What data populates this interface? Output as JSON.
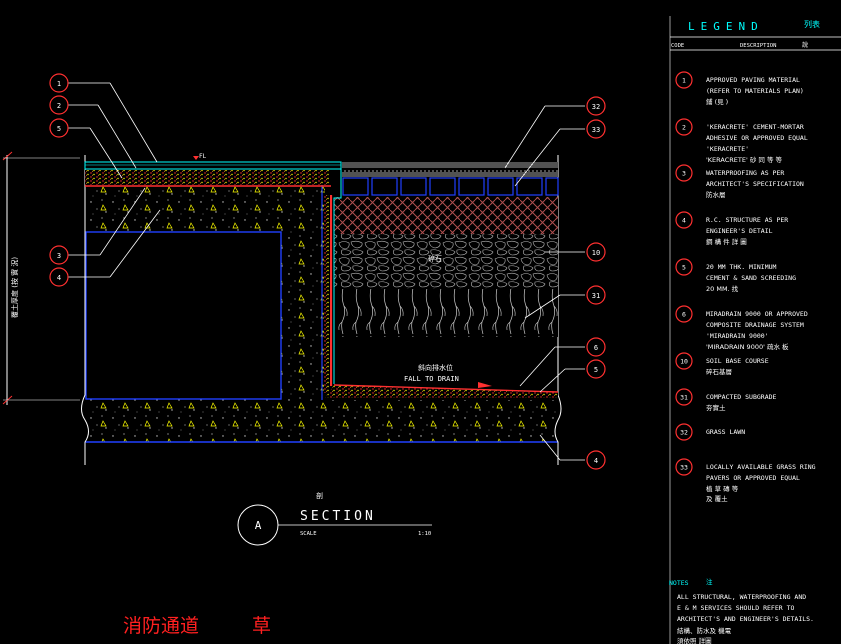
{
  "legend": {
    "title": "LEGEND",
    "title_cn": "列表",
    "col_code": "CODE",
    "col_desc": "DESCRIPTION",
    "col_desc_cn": "說",
    "items": [
      {
        "code": "1",
        "lines": [
          "APPROVED PAVING MATERIAL",
          "(REFER TO MATERIALS PLAN)"
        ],
        "cn": "鋪          (見     )"
      },
      {
        "code": "2",
        "lines": [
          "'KERACRETE' CEMENT-MORTAR",
          "ADHESIVE OR APPROVED EQUAL",
          "'KERACRETE'"
        ],
        "cn": "'KERACRETE'     砂      同  等   等"
      },
      {
        "code": "3",
        "lines": [
          "WATERPROOFING AS PER",
          "ARCHITECT'S SPECIFICATION"
        ],
        "cn": "防水層"
      },
      {
        "code": "4",
        "lines": [
          "R.C. STRUCTURE AS PER",
          "ENGINEER'S DETAIL"
        ],
        "cn": "鋼   構   件       詳   圖"
      },
      {
        "code": "5",
        "lines": [
          "20 MM THK. MINIMUM",
          "CEMENT & SAND SCREEDING"
        ],
        "cn": "20 MM.       找"
      },
      {
        "code": "6",
        "lines": [
          "MIRADRAIN 9000 OR APPROVED",
          "COMPOSITE DRAINAGE SYSTEM",
          "'MIRADRAIN 9000'"
        ],
        "cn": "'MIRADRAIN 9000'     疏水    板"
      },
      {
        "code": "10",
        "lines": [
          "SOIL BASE COURSE"
        ],
        "cn": "碎石基層"
      },
      {
        "code": "31",
        "lines": [
          "COMPACTED SUBGRADE"
        ],
        "cn": "夯實土"
      },
      {
        "code": "32",
        "lines": [
          "GRASS LAWN"
        ],
        "cn": ""
      },
      {
        "code": "33",
        "lines": [
          "LOCALLY AVAILABLE GRASS RING",
          "PAVERS OR APPROVED EQUAL"
        ],
        "cn": "植  草  磚       等",
        "cn2": "及  覆土"
      }
    ]
  },
  "notes": {
    "label": "NOTES",
    "label_cn": "注",
    "lines": [
      "ALL STRUCTURAL, WATERPROOFING AND",
      "E & M SERVICES SHOULD REFER TO",
      "ARCHITECT'S AND ENGINEER'S DETAILS."
    ],
    "cn": [
      "結構、防水及   機電",
      "須依照    詳圖"
    ]
  },
  "section": {
    "marker": "A",
    "title": "SECTION",
    "title_cn": "剖",
    "scale_label": "SCALE",
    "scale_value": "1:10"
  },
  "drawing": {
    "fl_label": "FL",
    "vertical_dim_label": "覆土厚度 (按 實 況)",
    "soil_label": "碎石",
    "drain_cn": "斜向排水位",
    "drain_en": "FALL TO DRAIN",
    "callouts_left": [
      "1",
      "2",
      "5",
      "3",
      "4"
    ],
    "callouts_right": [
      "32",
      "33",
      "10",
      "31",
      "6",
      "5",
      "4"
    ]
  },
  "footer": {
    "title_cn": "消防通道",
    "suffix_cn": "草"
  },
  "colors": {
    "background": "#000000",
    "cyan": "#00ffff",
    "yellow": "#ffff00",
    "red": "#ff2020",
    "blue": "#2040ff",
    "green": "#00ff00",
    "white": "#ffffff"
  }
}
